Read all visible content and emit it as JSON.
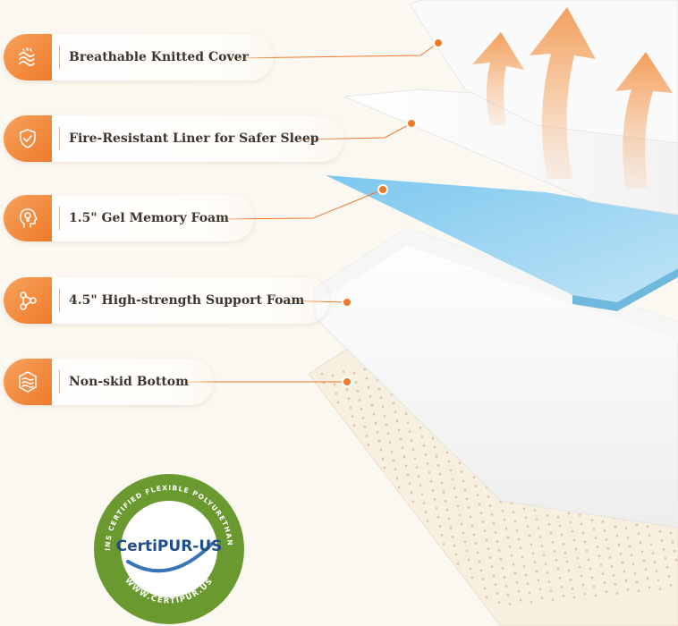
{
  "features": [
    {
      "label": "Breathable Knitted Cover",
      "icon": "wavy-fabric-icon"
    },
    {
      "label": "Fire-Resistant Liner for Safer Sleep",
      "icon": "shield-check-icon"
    },
    {
      "label": "1.5\" Gel Memory Foam",
      "icon": "head-lightbulb-icon"
    },
    {
      "label": "4.5\" High-strength Support Foam",
      "icon": "molecule-icon"
    },
    {
      "label": "Non-skid Bottom",
      "icon": "hexagon-grip-icon"
    }
  ],
  "certification": {
    "logo_text": "CertiPUR-US",
    "ring_text": "CONTAINS CERTIFIED FLEXIBLE POLYURETHANE FOAM",
    "url_text": "WWW.CERTIPUR.US"
  },
  "colors": {
    "accent": "#ee7a2a",
    "gel": "#8fd0ef",
    "background": "#fbf8f1",
    "cert_green": "#6a9a2f",
    "cert_blue": "#1f4e8c"
  }
}
